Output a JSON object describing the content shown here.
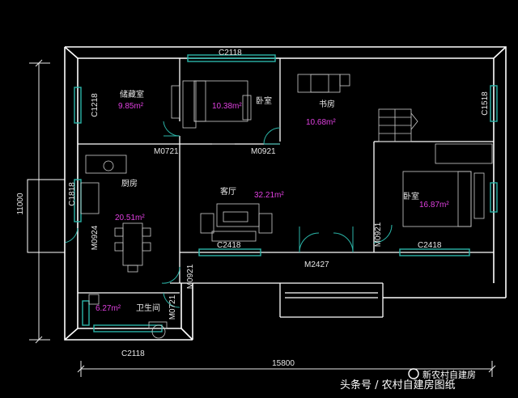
{
  "labels": {
    "storage": "储藏室",
    "bedroom_a": "卧室",
    "study": "书房",
    "kitchen": "厨房",
    "living": "客厅",
    "bedroom_b": "卧室",
    "bathroom": "卫生间"
  },
  "areas": {
    "storage": "9.85m²",
    "bedroom_a": "10.38m²",
    "study": "10.68m²",
    "kitchen": "20.51m²",
    "living": "32.21m²",
    "bedroom_b": "16.87m²",
    "bathroom": "6.27m²"
  },
  "codes": {
    "c2118_top": "C2118",
    "c1218": "C1218",
    "c1518": "C1518",
    "m0721_a": "M0721",
    "m0921_a": "M0921",
    "c1818": "C1818",
    "m0924": "M0924",
    "c2418_a": "C2418",
    "m0921_b": "M0921",
    "c2418_b": "C2418",
    "m2427": "M2427",
    "m0921_c": "M0921",
    "m0721_b": "M0721",
    "c2118_bottom": "C2118"
  },
  "dimensions": {
    "height": "11000",
    "width": "15800"
  },
  "watermark": {
    "left": "头条号 / 农村自建房图纸",
    "badge": "新农村自建房"
  },
  "colors": {
    "wall": "#ffffff",
    "window": "#2bb5a8",
    "dimension": "#e8e8e8",
    "area_text": "#e040e0",
    "furniture": "#cccccc"
  }
}
